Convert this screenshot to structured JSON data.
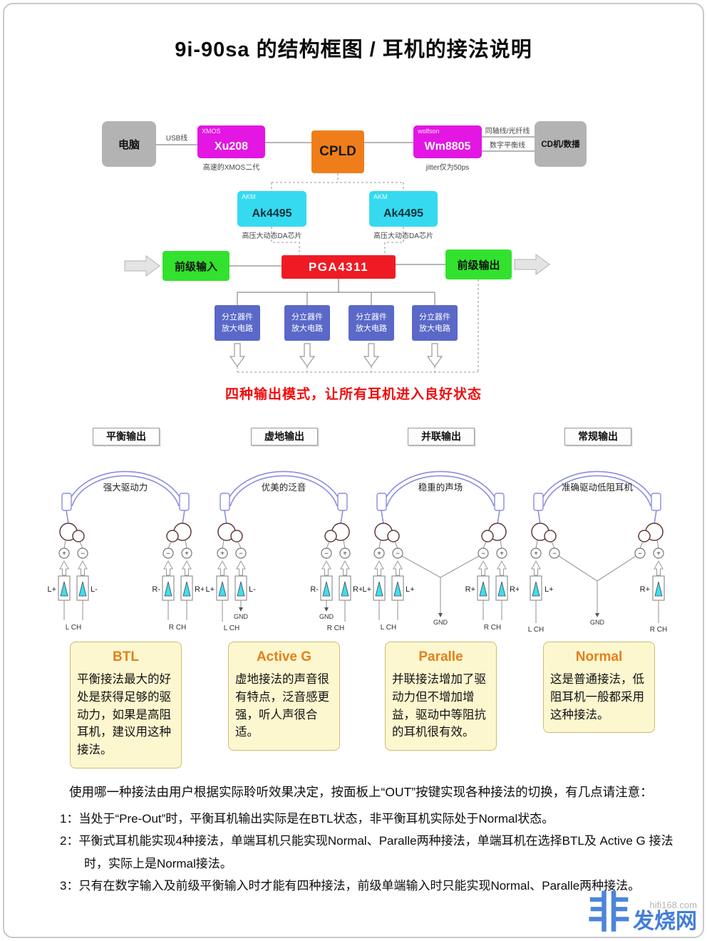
{
  "page": {
    "title": "9i-90sa 的结构框图 / 耳机的接法说明"
  },
  "diagram": {
    "computer_label": "电脑",
    "usb_label": "USB线",
    "xu208": {
      "brand": "XMOS",
      "name": "Xu208",
      "caption": "高速的XMOS二代"
    },
    "cpld_label": "CPLD",
    "wm8805": {
      "brand": "wolfson",
      "name": "Wm8805",
      "caption": "jitter仅为50ps"
    },
    "cable_label_1": "同轴线/光纤线",
    "cable_label_2": "数字平衡线",
    "cd_label": "CD机/数播",
    "dac": {
      "brand": "AKM",
      "name": "Ak4495",
      "caption": "高压大动态DA芯片"
    },
    "pre_in_label": "前级输入",
    "pga_label": "PGA4311",
    "pre_out_label": "前级输出",
    "amp_box_line1": "分立器件",
    "amp_box_line2": "放大电路",
    "headline": "四种输出模式，让所有耳机进入良好状态"
  },
  "terminals": {
    "plus": "+",
    "minus": "−"
  },
  "modes": [
    {
      "header": "平衡输出",
      "caption": "强大驱动力",
      "labels": {
        "l_out": "L+",
        "l_in": "L-",
        "r_in": "R-",
        "r_out": "R+",
        "l_ch": "L CH",
        "r_ch": "R CH"
      },
      "note": {
        "title": "BTL",
        "body": "平衡接法最大的好处是获得足够的驱动力，如果是高阻耳机，建议用这种接法。"
      }
    },
    {
      "header": "虚地输出",
      "caption": "优美的泛音",
      "labels": {
        "l_out": "L+",
        "l_in": "L-",
        "r_in": "R-",
        "r_out": "R+",
        "l_ch": "L CH",
        "r_ch": "R CH",
        "gnd_left": "GND",
        "gnd_right": "GND"
      },
      "note": {
        "title": "Active G",
        "body": "虚地接法的声音很有特点，泛音感更强，听人声很合适。"
      }
    },
    {
      "header": "并联输出",
      "caption": "稳重的声场",
      "labels": {
        "l_out": "L+",
        "l_in": "L+",
        "r_in": "R+",
        "r_out": "R+",
        "l_ch": "L CH",
        "r_ch": "R CH",
        "gnd": "GND"
      },
      "note": {
        "title": "Paralle",
        "body": "并联接法增加了驱动力但不增加增益，驱动中等阻抗的耳机很有效。"
      }
    },
    {
      "header": "常规输出",
      "caption": "准确驱动低阻耳机",
      "labels": {
        "l_out": "L+",
        "r_out": "R+",
        "l_ch": "L CH",
        "r_ch": "R CH",
        "gnd": "GND"
      },
      "note": {
        "title": "Normal",
        "body": "这是普通接法，低阻耳机一般都采用这种接法。"
      }
    }
  ],
  "footer": {
    "intro": "使用哪一种接法由用户根据实际聆听效果决定，按面板上“OUT”按键实现各种接法的切换，有几点请注意：",
    "items": [
      "1：当处于“Pre-Out”时，平衡耳机输出实际是在BTL状态，非平衡耳机实际处于Normal状态。",
      "2：平衡式耳机能实现4种接法，单端耳机只能实现Normal、Paralle两种接法，单端耳机在选择BTL及 Active G 接法时，实际上是Normal接法。",
      "3：只有在数字输入及前级平衡输入时才能有四种接法，前级单端输入时只能实现Normal、Paralle两种接法。"
    ]
  },
  "watermark": {
    "site": "hifi168.com",
    "name": "发烧网",
    "logo_glyph": "非"
  },
  "colors": {
    "magenta": "#e316e3",
    "orange": "#ef7e1a",
    "cyan": "#35daf0",
    "green": "#32e22e",
    "red": "#ee1b24",
    "amp_blue": "#5a68c8",
    "note_bg": "#fcf7cf",
    "headline_red": "#f10d0d",
    "watermark_blue": "#2f6fd6"
  }
}
